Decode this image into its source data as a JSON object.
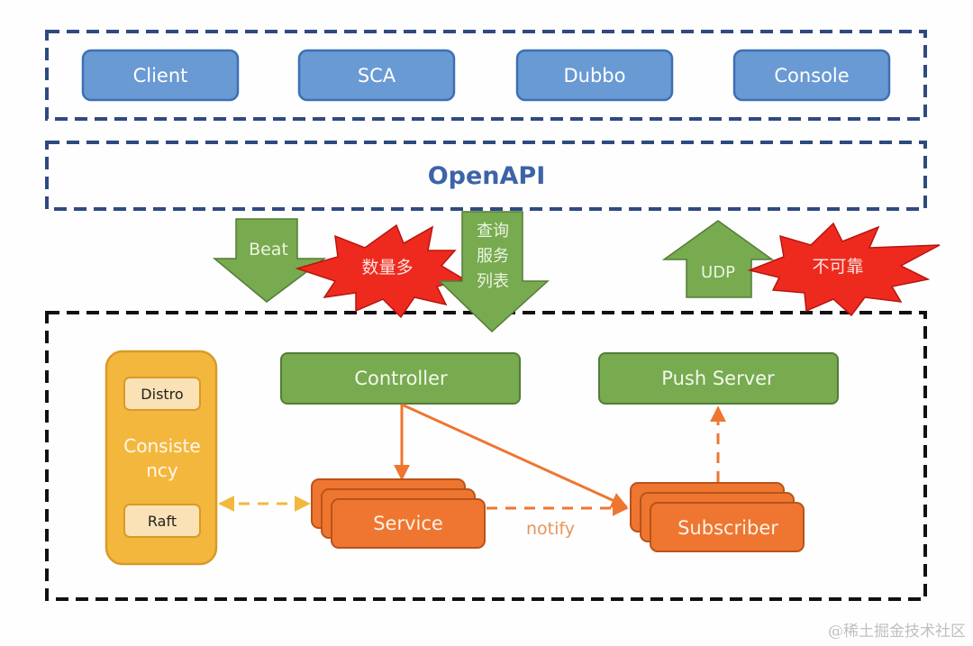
{
  "clients": {
    "items": [
      {
        "label": "Client"
      },
      {
        "label": "SCA"
      },
      {
        "label": "Dubbo"
      },
      {
        "label": "Console"
      }
    ]
  },
  "openapi": {
    "label": "OpenAPI"
  },
  "arrows": {
    "beat": {
      "label": "Beat"
    },
    "query": {
      "lines": [
        "查询",
        "服务",
        "列表"
      ]
    },
    "udp": {
      "label": "UDP"
    }
  },
  "warnings": {
    "many": {
      "label": "数量多"
    },
    "unreliable": {
      "label": "不可靠"
    }
  },
  "server": {
    "consistency": {
      "label_lines": [
        "Consiste",
        "ncy"
      ],
      "distro": "Distro",
      "raft": "Raft"
    },
    "controller": {
      "label": "Controller"
    },
    "push_server": {
      "label": "Push Server"
    },
    "service": {
      "label": "Service"
    },
    "subscriber": {
      "label": "Subscriber"
    },
    "notify": {
      "label": "notify"
    }
  },
  "colors": {
    "blue_box": "#6a9ad3",
    "blue_border": "#3d6fb5",
    "dash_blue": "#2f4a80",
    "green": "#78aa50",
    "green_border": "#547c36",
    "orange": "#ee7630",
    "orange_border": "#b9531b",
    "yellow": "#f4b73e",
    "yellow_inner": "#fbe2b6",
    "red": "#ee2a1f"
  },
  "watermark": "@稀土掘金技术社区"
}
